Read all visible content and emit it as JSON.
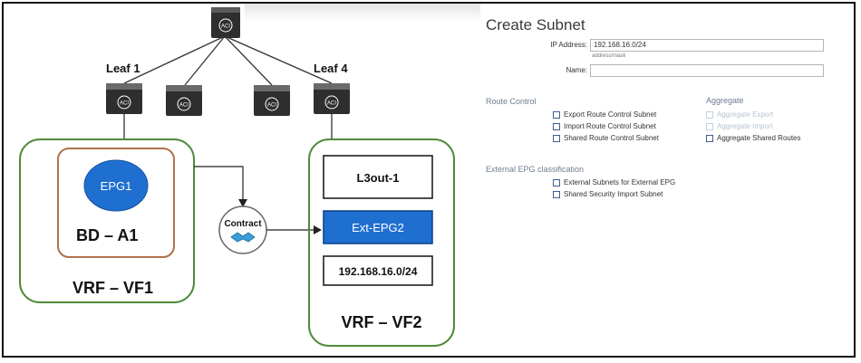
{
  "diagram": {
    "leaf1_label": "Leaf 1",
    "leaf4_label": "Leaf 4",
    "switch_badge": "ACI",
    "epg1": "EPG1",
    "bd": "BD – A1",
    "vrf1": "VRF – VF1",
    "contract": "Contract",
    "l3out": "L3out-1",
    "ext_epg": "Ext-EPG2",
    "subnet": "192.168.16.0/24",
    "vrf2": "VRF – VF2",
    "colors": {
      "vrf_border": "#4f8a3a",
      "bd_border": "#b0714a",
      "epg_fill": "#1f6fd1",
      "ext_epg_fill": "#1f6fd1",
      "switch_dark": "#333333"
    }
  },
  "form": {
    "title": "Create Subnet",
    "ip_label": "IP Address:",
    "ip_value": "192.168.16.0/24",
    "ip_hint": "address/mask",
    "name_label": "Name:",
    "name_value": "",
    "route_control": {
      "label": "Route Control",
      "items": [
        "Export Route Control Subnet",
        "Import Route Control Subnet",
        "Shared Route Control Subnet"
      ]
    },
    "aggregate": {
      "label": "Aggregate",
      "items": [
        "Aggregate Export",
        "Aggregate Import",
        "Aggregate Shared Routes"
      ]
    },
    "external_epg": {
      "label": "External EPG classification",
      "items": [
        "External Subnets for External EPG",
        "Shared Security Import Subnet"
      ]
    }
  }
}
